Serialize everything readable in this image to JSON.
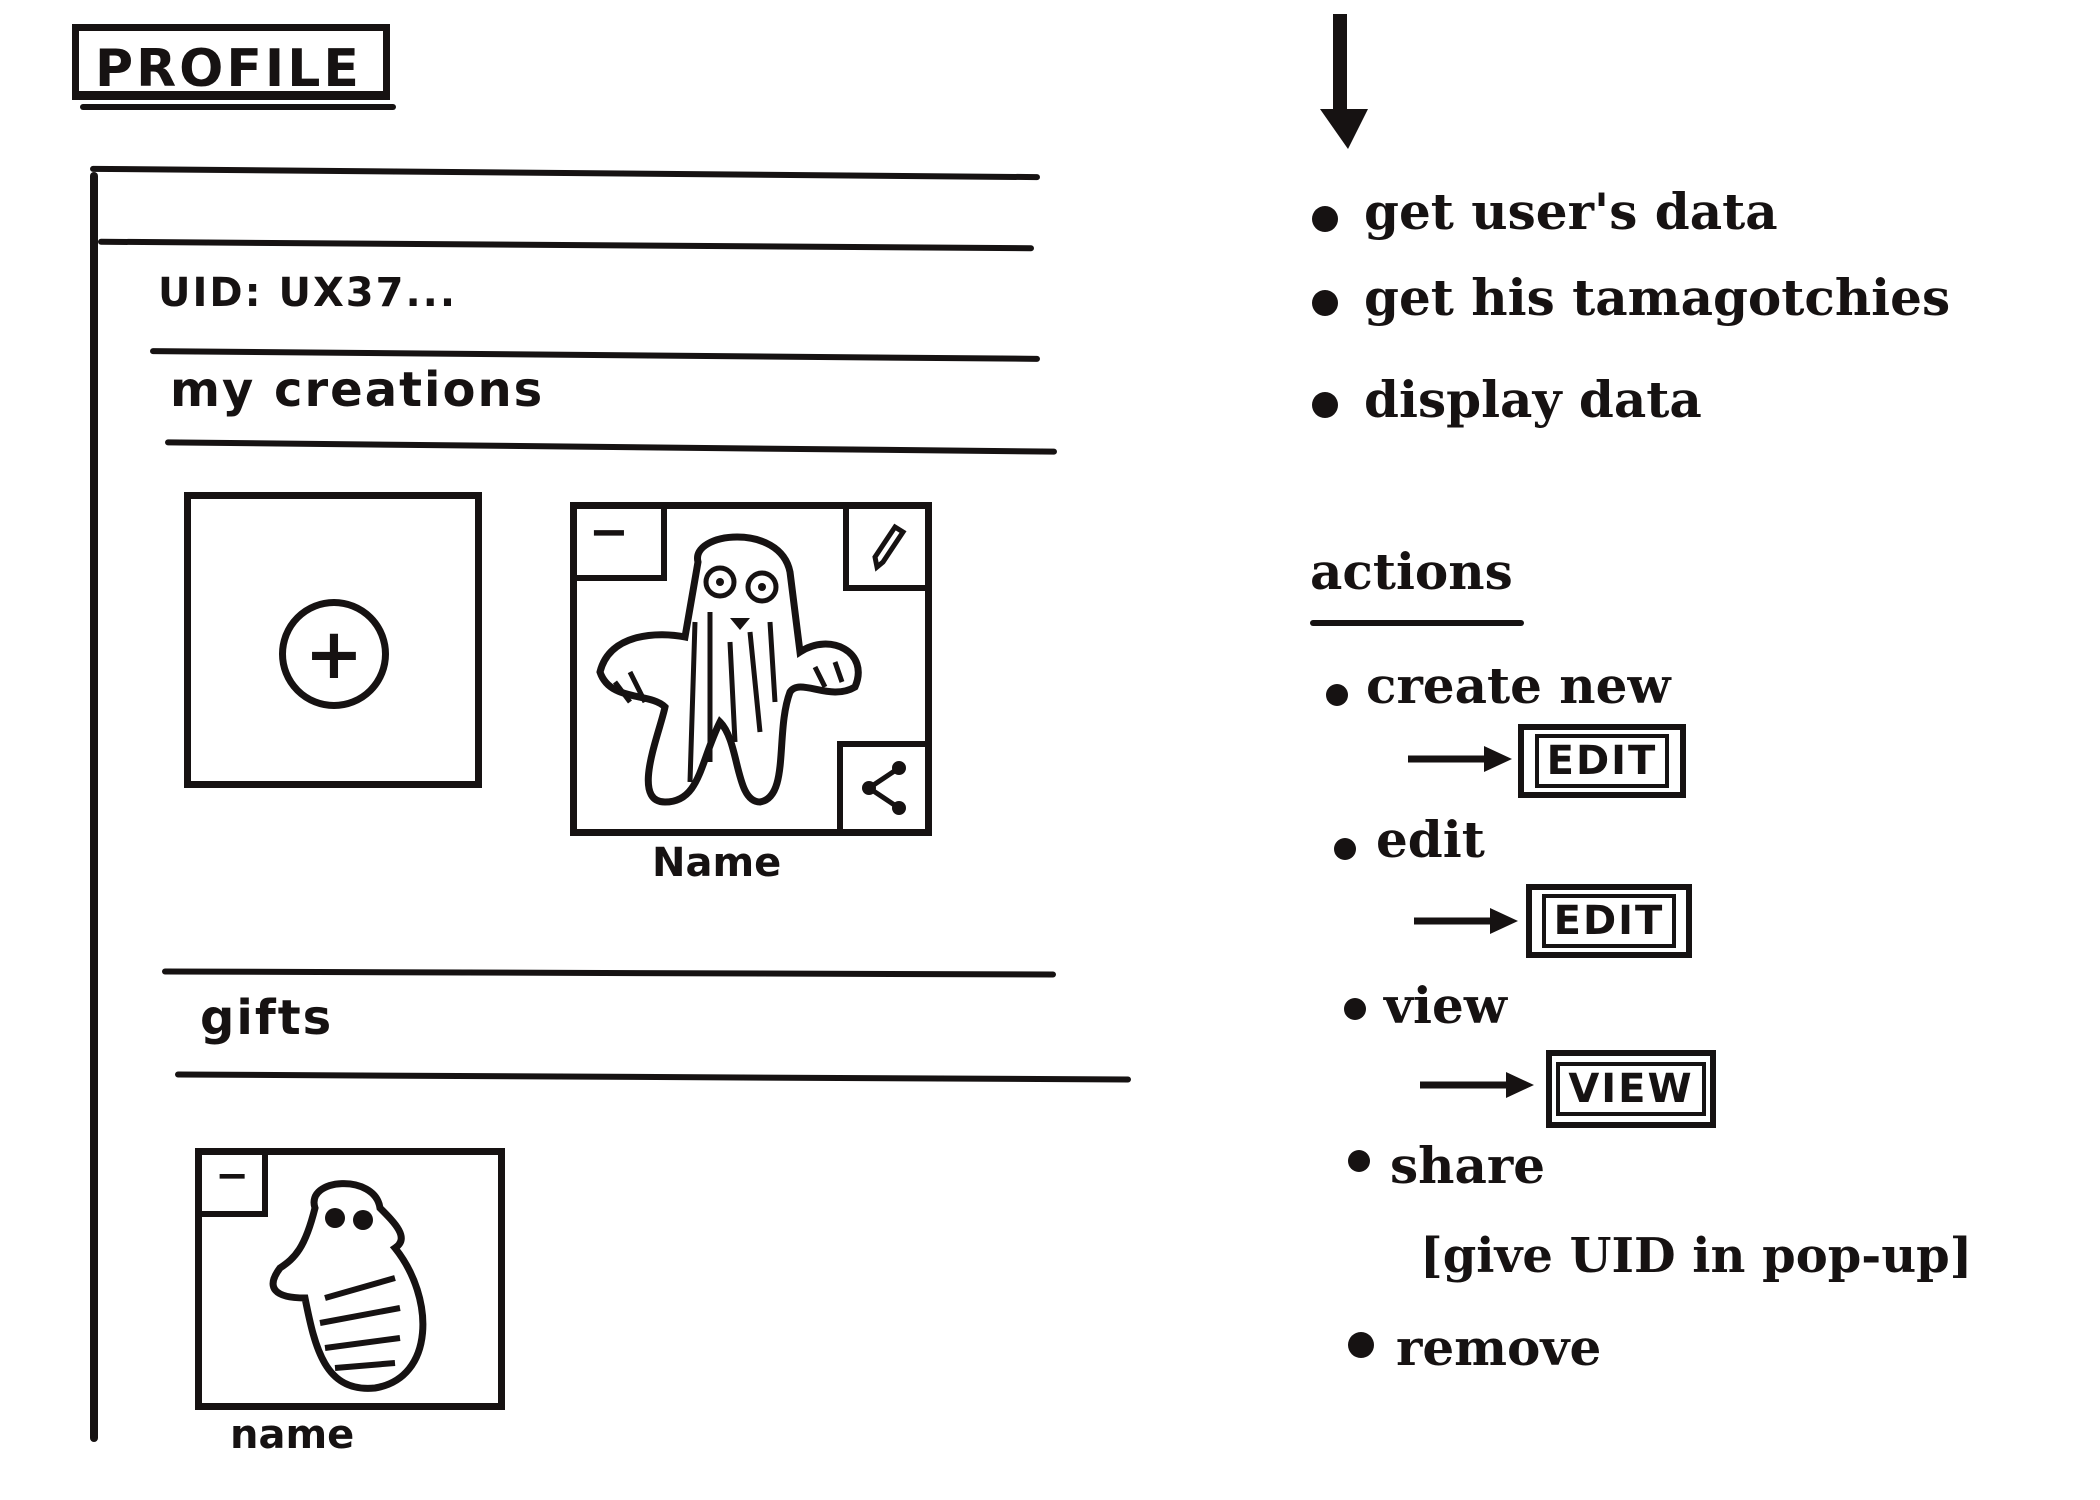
{
  "header": {
    "title": "PROFILE"
  },
  "profile": {
    "uid_label": "UID: UX37...",
    "creations": {
      "label": "my creations",
      "items": [
        {
          "name": "Name",
          "remove_glyph": "−"
        }
      ]
    },
    "gifts": {
      "label": "gifts",
      "items": [
        {
          "name": "name",
          "remove_glyph": "−"
        }
      ]
    }
  },
  "notes": {
    "steps": [
      "get user's data",
      "get his tamagotchies",
      "display data"
    ],
    "actions_title": "actions",
    "actions": [
      {
        "label": "create new",
        "target": "EDIT"
      },
      {
        "label": "edit",
        "target": "EDIT"
      },
      {
        "label": "view",
        "target": "VIEW"
      },
      {
        "label": "share",
        "detail": "[give UID in pop-up]"
      },
      {
        "label": "remove"
      }
    ]
  },
  "colors": {
    "ink": "#161212",
    "paper": "#ffffff"
  }
}
